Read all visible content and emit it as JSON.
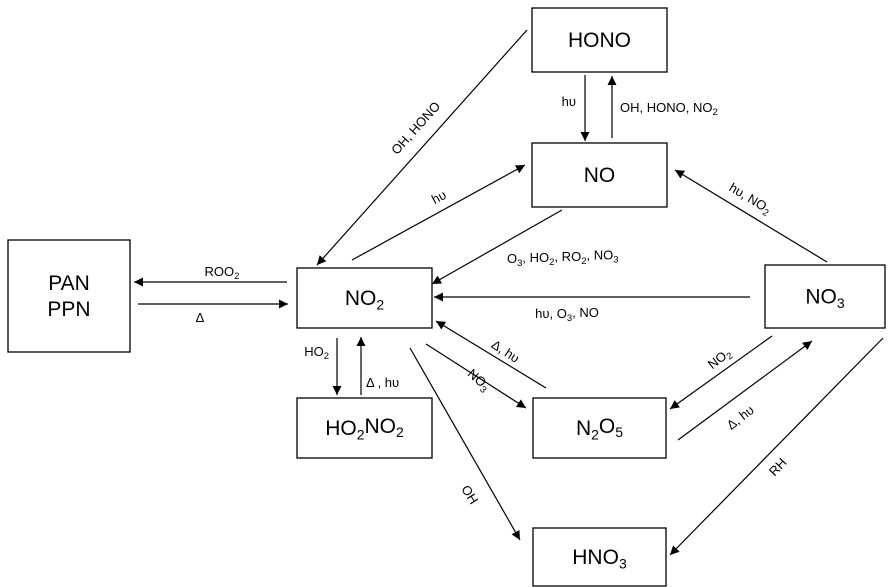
{
  "nodes": [
    {
      "id": "hono",
      "name": "node-hono",
      "lines": [
        {
          "parts": [
            {
              "t": "HONO"
            }
          ]
        }
      ]
    },
    {
      "id": "no",
      "name": "node-no",
      "lines": [
        {
          "parts": [
            {
              "t": "NO"
            }
          ]
        }
      ]
    },
    {
      "id": "pan",
      "name": "node-pan-ppn",
      "lines": [
        {
          "parts": [
            {
              "t": "PAN"
            }
          ]
        },
        {
          "parts": [
            {
              "t": "PPN"
            }
          ]
        }
      ]
    },
    {
      "id": "no2",
      "name": "node-no2",
      "lines": [
        {
          "parts": [
            {
              "t": "NO"
            },
            {
              "t": "2",
              "sub": true
            }
          ]
        }
      ]
    },
    {
      "id": "no3",
      "name": "node-no3",
      "lines": [
        {
          "parts": [
            {
              "t": "NO"
            },
            {
              "t": "3",
              "sub": true
            }
          ]
        }
      ]
    },
    {
      "id": "ho2no2",
      "name": "node-ho2no2",
      "lines": [
        {
          "parts": [
            {
              "t": "HO"
            },
            {
              "t": "2",
              "sub": true
            },
            {
              "t": "NO"
            },
            {
              "t": "2",
              "sub": true
            }
          ]
        }
      ]
    },
    {
      "id": "n2o5",
      "name": "node-n2o5",
      "lines": [
        {
          "parts": [
            {
              "t": "N"
            },
            {
              "t": "2",
              "sub": true
            },
            {
              "t": "O"
            },
            {
              "t": "5",
              "sub": true
            }
          ]
        }
      ]
    },
    {
      "id": "hno3",
      "name": "node-hno3",
      "lines": [
        {
          "parts": [
            {
              "t": "HNO"
            },
            {
              "t": "3",
              "sub": true
            }
          ]
        }
      ]
    }
  ],
  "edges": [
    {
      "id": "hono-no2",
      "name": "edge-hono-to-no2",
      "label": [
        {
          "t": "OH, HONO"
        }
      ]
    },
    {
      "id": "hono-no",
      "name": "edge-hono-to-no",
      "label": [
        {
          "t": "hυ"
        }
      ]
    },
    {
      "id": "no-hono",
      "name": "edge-no-to-hono",
      "label": [
        {
          "t": "OH, HONO, NO"
        },
        {
          "t": "2",
          "sub": true
        }
      ]
    },
    {
      "id": "no2-no",
      "name": "edge-no2-to-no",
      "label": [
        {
          "t": "hυ"
        }
      ]
    },
    {
      "id": "no3-no",
      "name": "edge-no3-to-no",
      "label": [
        {
          "t": "hυ, NO"
        },
        {
          "t": "2",
          "sub": true
        }
      ]
    },
    {
      "id": "no-no2",
      "name": "edge-no-to-no2",
      "label": [
        {
          "t": "O"
        },
        {
          "t": "3",
          "sub": true
        },
        {
          "t": ", HO"
        },
        {
          "t": "2",
          "sub": true
        },
        {
          "t": ", RO"
        },
        {
          "t": "2",
          "sub": true
        },
        {
          "t": ", NO"
        },
        {
          "t": "3",
          "sub": true
        }
      ]
    },
    {
      "id": "no2-pan",
      "name": "edge-no2-to-pan",
      "label": [
        {
          "t": "ROO"
        },
        {
          "t": "2",
          "sub": true
        }
      ]
    },
    {
      "id": "pan-no2",
      "name": "edge-pan-to-no2",
      "label": [
        {
          "t": "Δ"
        }
      ]
    },
    {
      "id": "no3-no2",
      "name": "edge-no3-to-no2",
      "label": [
        {
          "t": "hυ, O"
        },
        {
          "t": "3",
          "sub": true
        },
        {
          "t": ", NO"
        }
      ]
    },
    {
      "id": "no2-ho2no2",
      "name": "edge-no2-to-ho2no2",
      "label": [
        {
          "t": "HO"
        },
        {
          "t": "2",
          "sub": true
        }
      ]
    },
    {
      "id": "ho2no2-no2",
      "name": "edge-ho2no2-to-no2",
      "label": [
        {
          "t": "Δ , hυ"
        }
      ]
    },
    {
      "id": "n2o5-no2",
      "name": "edge-n2o5-to-no2",
      "label": [
        {
          "t": "Δ, hυ"
        }
      ]
    },
    {
      "id": "no2-n2o5",
      "name": "edge-no2-to-n2o5",
      "label": [
        {
          "t": "NO"
        },
        {
          "t": "3",
          "sub": true
        }
      ]
    },
    {
      "id": "no3-n2o5",
      "name": "edge-no3-to-n2o5",
      "label": [
        {
          "t": "NO"
        },
        {
          "t": "2",
          "sub": true
        }
      ]
    },
    {
      "id": "n2o5-no3",
      "name": "edge-n2o5-to-no3",
      "label": [
        {
          "t": "Δ, hυ"
        }
      ]
    },
    {
      "id": "no2-hno3",
      "name": "edge-no2-to-hno3",
      "label": [
        {
          "t": "OH"
        }
      ]
    },
    {
      "id": "no3-hno3",
      "name": "edge-no3-to-hno3",
      "label": [
        {
          "t": "RH"
        }
      ]
    }
  ]
}
